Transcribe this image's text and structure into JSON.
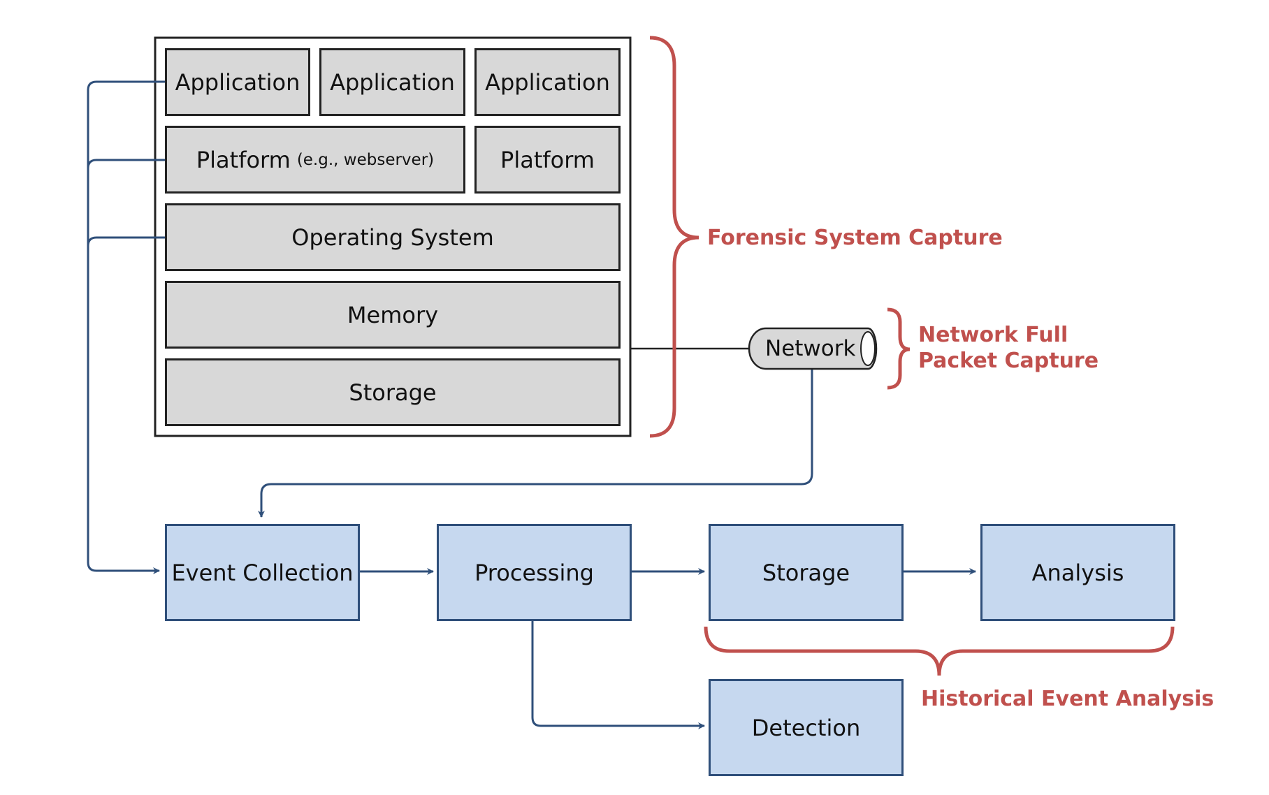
{
  "system_stack": {
    "applications": [
      "Application",
      "Application",
      "Application"
    ],
    "platform_main": "Platform",
    "platform_main_note": "(e.g., webserver)",
    "platform_secondary": "Platform",
    "operating_system": "Operating System",
    "memory": "Memory",
    "storage": "Storage"
  },
  "network": {
    "label": "Network"
  },
  "pipeline": {
    "event_collection": "Event Collection",
    "processing": "Processing",
    "storage": "Storage",
    "analysis": "Analysis",
    "detection": "Detection"
  },
  "annotations": {
    "forensic": "Forensic System Capture",
    "network_line1": "Network Full",
    "network_line2": "Packet Capture",
    "historical": "Historical Event Analysis"
  },
  "colors": {
    "connector_blue": "#2f4f7a",
    "annotation_red": "#c0504d",
    "box_gray": "#d8d8d8",
    "box_blue": "#c6d8ef"
  }
}
